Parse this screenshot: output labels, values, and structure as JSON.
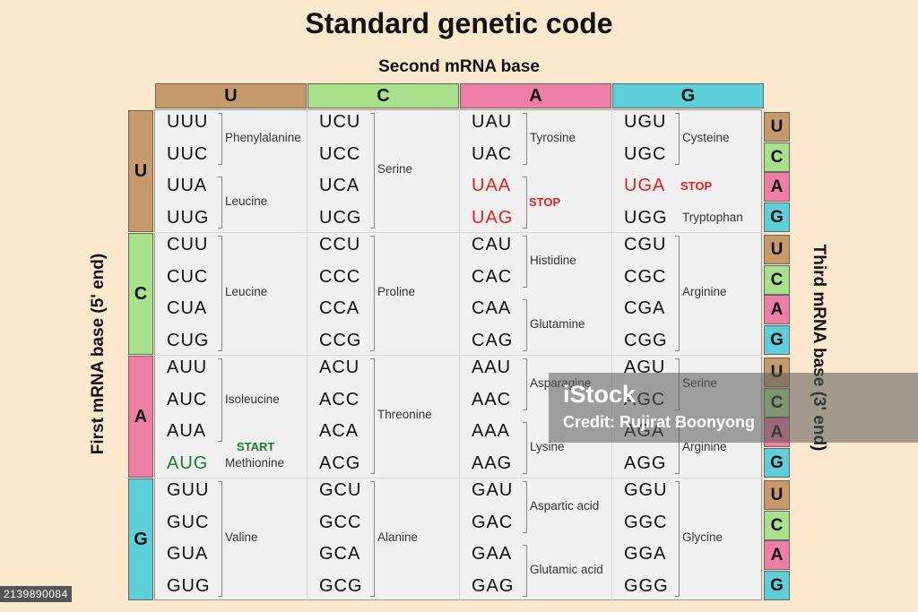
{
  "title": "Standard genetic code",
  "second_label": "Second mRNA base",
  "first_label": "First mRNA base (5' end)",
  "third_label": "Third mRNA base (3' end)",
  "bases": [
    "U",
    "C",
    "A",
    "G"
  ],
  "colors": {
    "U": "#c79a6c",
    "C": "#a8e08c",
    "A": "#ee7ea6",
    "G": "#5ccfd8",
    "stop": "#e0201e",
    "start": "#1a7a2c"
  },
  "rows": [
    {
      "first": "U",
      "cols": [
        {
          "codons": [
            "UUU",
            "UUC",
            "UUA",
            "UUG"
          ],
          "groups": [
            {
              "label": "Phenylalanine",
              "span": [
                0,
                1
              ]
            },
            {
              "label": "Leucine",
              "span": [
                2,
                3
              ]
            }
          ]
        },
        {
          "codons": [
            "UCU",
            "UCC",
            "UCA",
            "UCG"
          ],
          "groups": [
            {
              "label": "Serine",
              "span": [
                0,
                3
              ]
            }
          ]
        },
        {
          "codons": [
            "UAU",
            "UAC",
            "UAA",
            "UAG"
          ],
          "groups": [
            {
              "label": "Tyrosine",
              "span": [
                0,
                1
              ]
            },
            {
              "label": "STOP",
              "span": [
                2,
                3
              ],
              "stop": true
            }
          ]
        },
        {
          "codons": [
            "UGU",
            "UGC",
            "UGA",
            "UGG"
          ],
          "groups": [
            {
              "label": "Cysteine",
              "span": [
                0,
                1
              ]
            },
            {
              "label": "STOP",
              "span": [
                2,
                2
              ],
              "stop": true
            },
            {
              "label": "Tryptophan",
              "span": [
                3,
                3
              ],
              "nobrace": true
            }
          ]
        }
      ]
    },
    {
      "first": "C",
      "cols": [
        {
          "codons": [
            "CUU",
            "CUC",
            "CUA",
            "CUG"
          ],
          "groups": [
            {
              "label": "Leucine",
              "span": [
                0,
                3
              ]
            }
          ]
        },
        {
          "codons": [
            "CCU",
            "CCC",
            "CCA",
            "CCG"
          ],
          "groups": [
            {
              "label": "Proline",
              "span": [
                0,
                3
              ]
            }
          ]
        },
        {
          "codons": [
            "CAU",
            "CAC",
            "CAA",
            "CAG"
          ],
          "groups": [
            {
              "label": "Histidine",
              "span": [
                0,
                1
              ]
            },
            {
              "label": "Glutamine",
              "span": [
                2,
                3
              ]
            }
          ]
        },
        {
          "codons": [
            "CGU",
            "CGC",
            "CGA",
            "CGG"
          ],
          "groups": [
            {
              "label": "Arginine",
              "span": [
                0,
                3
              ]
            }
          ]
        }
      ]
    },
    {
      "first": "A",
      "cols": [
        {
          "codons": [
            "AUU",
            "AUC",
            "AUA",
            "AUG"
          ],
          "groups": [
            {
              "label": "Isoleucine",
              "span": [
                0,
                2
              ]
            },
            {
              "label": "Methionine",
              "span": [
                3,
                3
              ],
              "nobrace": true,
              "start": true
            }
          ]
        },
        {
          "codons": [
            "ACU",
            "ACC",
            "ACA",
            "ACG"
          ],
          "groups": [
            {
              "label": "Threonine",
              "span": [
                0,
                3
              ]
            }
          ]
        },
        {
          "codons": [
            "AAU",
            "AAC",
            "AAA",
            "AAG"
          ],
          "groups": [
            {
              "label": "Asparagine",
              "span": [
                0,
                1
              ]
            },
            {
              "label": "Lysine",
              "span": [
                2,
                3
              ]
            }
          ]
        },
        {
          "codons": [
            "AGU",
            "AGC",
            "AGA",
            "AGG"
          ],
          "groups": [
            {
              "label": "Serine",
              "span": [
                0,
                1
              ]
            },
            {
              "label": "Arginine",
              "span": [
                2,
                3
              ]
            }
          ]
        }
      ]
    },
    {
      "first": "G",
      "cols": [
        {
          "codons": [
            "GUU",
            "GUC",
            "GUA",
            "GUG"
          ],
          "groups": [
            {
              "label": "Valine",
              "span": [
                0,
                3
              ]
            }
          ]
        },
        {
          "codons": [
            "GCU",
            "GCC",
            "GCA",
            "GCG"
          ],
          "groups": [
            {
              "label": "Alanine",
              "span": [
                0,
                3
              ]
            }
          ]
        },
        {
          "codons": [
            "GAU",
            "GAC",
            "GAA",
            "GAG"
          ],
          "groups": [
            {
              "label": "Aspartic acid",
              "span": [
                0,
                1
              ]
            },
            {
              "label": "Glutamic acid",
              "span": [
                2,
                3
              ]
            }
          ]
        },
        {
          "codons": [
            "GGU",
            "GGC",
            "GGA",
            "GGG"
          ],
          "groups": [
            {
              "label": "Glycine",
              "span": [
                0,
                3
              ]
            }
          ]
        }
      ]
    }
  ],
  "stop_codons": [
    "UAA",
    "UAG",
    "UGA"
  ],
  "start_codon": "AUG",
  "stop_label": "STOP",
  "start_label": "START",
  "watermark": {
    "logo": "iStock",
    "credit": "Credit: Rujirat Boonyong"
  },
  "stock_id": "2139890084"
}
